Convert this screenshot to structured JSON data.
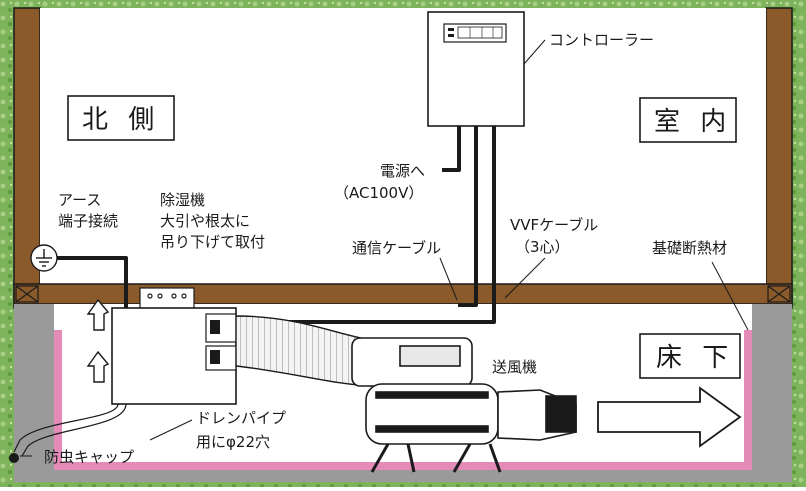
{
  "labels": {
    "north_side": "北 側",
    "indoor": "室 内",
    "underfloor": "床 下",
    "controller": "コントローラー",
    "power_line1": "電源へ",
    "power_line2": "（AC100V）",
    "earth_line1": "アース",
    "earth_line2": "端子接続",
    "dehumidifier_line1": "除湿機",
    "dehumidifier_line2": "大引や根太に",
    "dehumidifier_line3": "吊り下げて取付",
    "comm_cable": "通信ケーブル",
    "vvf_line1": "VVFケーブル",
    "vvf_line2": "（3心）",
    "insulation": "基礎断熱材",
    "blower": "送風機",
    "drain_line1": "ドレンパイプ",
    "drain_line2": "用にφ22穴",
    "insect_cap": "防虫キャップ"
  },
  "colors": {
    "wood": "#8a5a2b",
    "wood_dark": "#5e3b17",
    "concrete": "#9a9a9a",
    "insulation": "#e58bb8",
    "grass": "#7db35a",
    "white": "#ffffff",
    "line": "#1a1a1a"
  },
  "icons": [
    "earth-ground-icon",
    "airflow-arrow-icon",
    "large-outline-arrow-icon"
  ]
}
